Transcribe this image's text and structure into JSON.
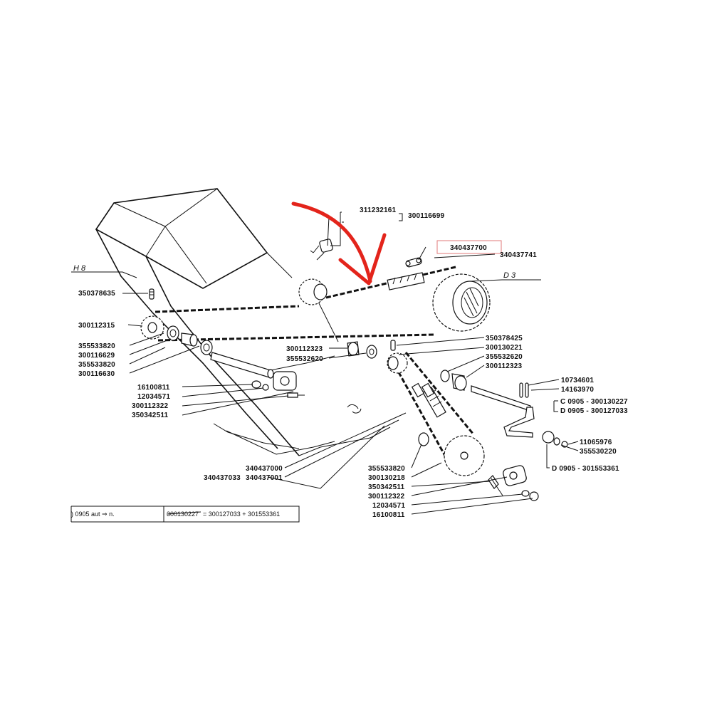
{
  "zones": {
    "h8": "H 8",
    "d3": "D 3"
  },
  "parts": {
    "p311232161": "311232161",
    "p300116699": "300116699",
    "p340437700": "340437700",
    "p340437741": "340437741",
    "p350378635": "350378635",
    "p300112315": "300112315",
    "p355533820_a": "355533820",
    "p300116629": "300116629",
    "p355533820_b": "355533820",
    "p300116630": "300116630",
    "p16100811_a": "16100811",
    "p12034571_a": "12034571",
    "p300112322_a": "300112322",
    "p350342511_a": "350342511",
    "p300112323_a": "300112323",
    "p355532620_a": "355532620",
    "p350378425": "350378425",
    "p300130221": "300130221",
    "p355532620_b": "355532620",
    "p300112323_b": "300112323",
    "p10734601": "10734601",
    "p14163970": "14163970",
    "pC0905": "C 0905 - 300130227",
    "pD0905a": "D 0905 - 300127033",
    "p11065976": "11065976",
    "p355530220": "355530220",
    "pD0905b": "D 0905 - 301553361",
    "p340437000": "340437000",
    "p340437033": "340437033",
    "p340437001": "340437001",
    "p355533820_c": "355533820",
    "p300130218": "300130218",
    "p350342511_b": "350342511",
    "p300112322_b": "300112322",
    "p12034571_b": "12034571",
    "p16100811_b": "16100811"
  },
  "footer": {
    "left": ") 0905  aut  ⇒ n.",
    "struck": "300130227",
    "rest": "= 300127033 + 301553361"
  },
  "colors": {
    "ink": "#111111",
    "highlight_arrow": "#e3241b",
    "highlight_box": "#e07a7a"
  }
}
